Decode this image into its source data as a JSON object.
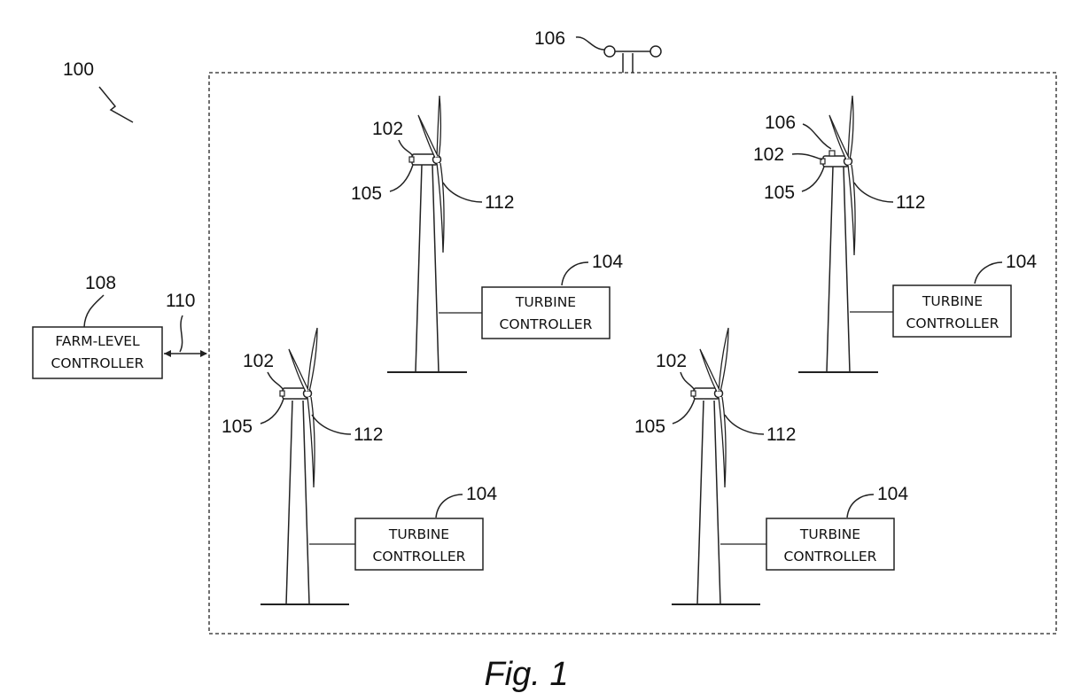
{
  "figure": {
    "caption": "Fig. 1",
    "system_ref": "100",
    "anemometer_ref": "106",
    "link_ref": "110"
  },
  "farm_controller": {
    "ref": "108",
    "line1": "FARM-LEVEL",
    "line2": "CONTROLLER"
  },
  "turbines": [
    {
      "nacelle_ref": "102",
      "hub_ref": "105",
      "blade_ref": "112",
      "controller_ref": "104",
      "ctrl_line1": "TURBINE",
      "ctrl_line2": "CONTROLLER",
      "sensor_ref": ""
    },
    {
      "nacelle_ref": "102",
      "hub_ref": "105",
      "blade_ref": "112",
      "controller_ref": "104",
      "ctrl_line1": "TURBINE",
      "ctrl_line2": "CONTROLLER",
      "sensor_ref": "106"
    },
    {
      "nacelle_ref": "102",
      "hub_ref": "105",
      "blade_ref": "112",
      "controller_ref": "104",
      "ctrl_line1": "TURBINE",
      "ctrl_line2": "CONTROLLER",
      "sensor_ref": ""
    },
    {
      "nacelle_ref": "102",
      "hub_ref": "105",
      "blade_ref": "112",
      "controller_ref": "104",
      "ctrl_line1": "TURBINE",
      "ctrl_line2": "CONTROLLER",
      "sensor_ref": ""
    }
  ]
}
